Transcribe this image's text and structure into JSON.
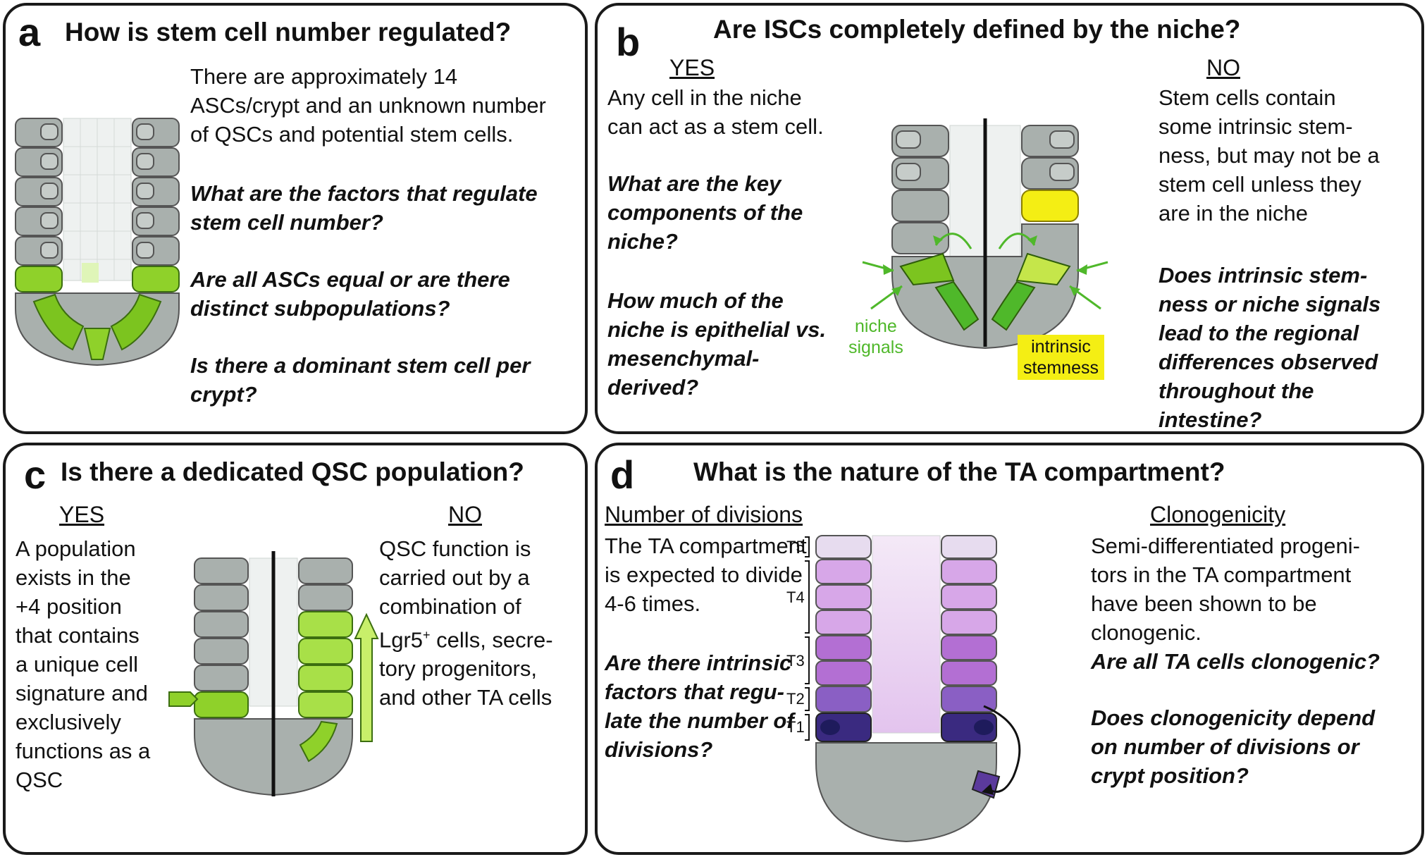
{
  "panel_a": {
    "letter": "a",
    "title": "How is stem cell number regulated?",
    "intro": "There are approximately 14\nASCs/crypt and an unknown number\nof QSCs and potential stem cells.",
    "questions": [
      "What are the factors that regulate\nstem cell number?",
      "Are all ASCs equal or are there\ndistinct subpopulations?",
      "Is there a dominant stem cell per\ncrypt?"
    ]
  },
  "panel_b": {
    "letter": "b",
    "title": "Are ISCs completely defined by the niche?",
    "yes_heading": "YES",
    "yes_text": "Any cell in the niche\ncan act as a stem cell.",
    "yes_questions": [
      "What are the key\ncomponents of the\nniche?",
      "How much of the\nniche is epithelial vs.\nmesenchymal-\nderived?"
    ],
    "no_heading": "NO",
    "no_text": "Stem cells contain\nsome intrinsic stem-\nness, but may not be a\nstem cell unless they\nare in the niche",
    "no_question": "Does intrinsic stem-\nness or niche signals\nlead to the regional\ndifferences observed\nthroughout the\nintestine?",
    "niche_label": "niche\nsignals",
    "intrinsic_label": "intrinsic\nstemness"
  },
  "panel_c": {
    "letter": "c",
    "title": "Is there a dedicated QSC population?",
    "yes_heading": "YES",
    "yes_text": "A population\nexists in the\n+4 position\nthat contains\na unique cell\nsignature and\nexclusively\nfunctions as a\nQSC",
    "no_heading": "NO",
    "no_text_line1": "QSC function is",
    "no_text_line2": "carried out by a",
    "no_text_line3": "combination of",
    "no_text_lgr": "Lgr5",
    "no_text_sup": "+",
    "no_text_lgr_rest": " cells, secre-",
    "no_text_rest": "tory progenitors,\nand other TA cells"
  },
  "panel_d": {
    "letter": "d",
    "title": "What is the nature of the TA compartment?",
    "left_heading": "Number of divisions",
    "left_text": "The TA compartment\nis expected to divide\n4-6 times.",
    "left_question": "Are there intrinsic\nfactors that regu-\nlate the number of\ndivisions?",
    "right_heading": "Clonogenicity",
    "right_text": "Semi-differentiated progeni-\ntors in the TA compartment\nhave been shown to be\nclonogenic.",
    "right_questions": [
      "Are all TA cells clonogenic?",
      "Does clonogenicity depend\non number of  divisions or\ncrypt position?"
    ],
    "tiers": [
      "T5",
      "T4",
      "T3",
      "T2",
      "T1"
    ]
  },
  "colors": {
    "cell_gray": "#a7aeab",
    "stem_green": "#7cc41f",
    "niche_green": "#4fb82a",
    "intrinsic_yellow": "#f4ee14",
    "ta_purple": "#a54fc2",
    "ta_dark": "#1e1b5c"
  }
}
